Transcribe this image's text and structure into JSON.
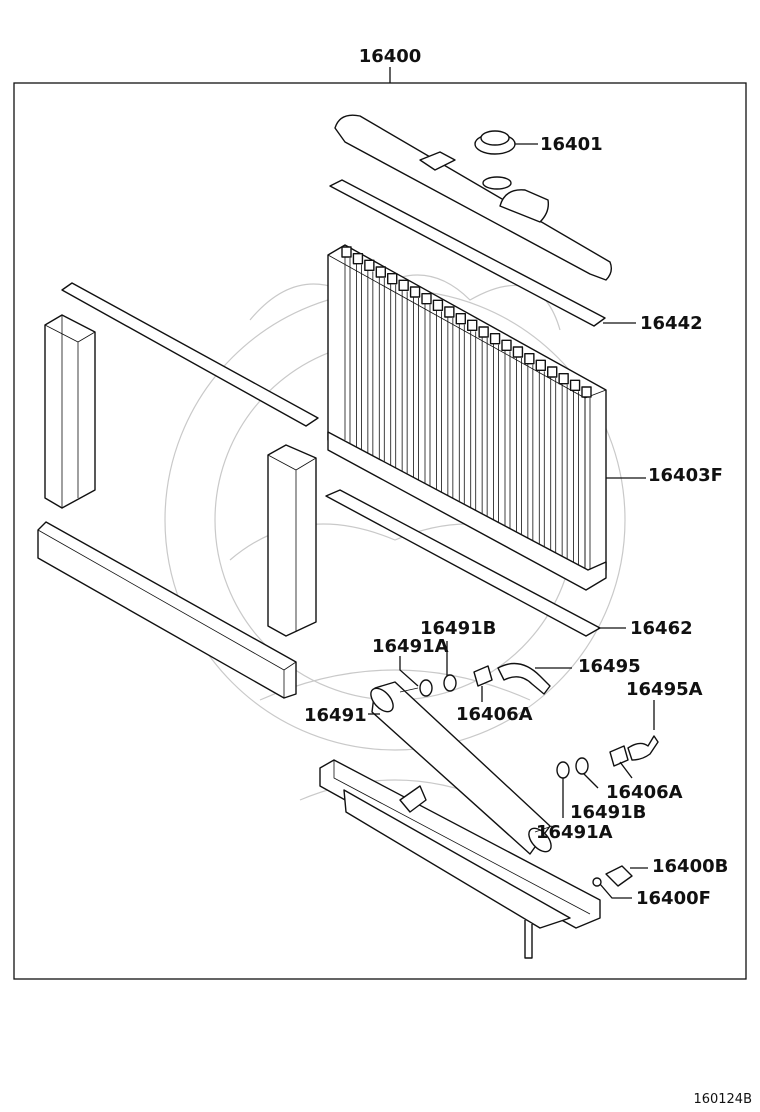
{
  "diagram": {
    "assembly_number": "16400",
    "figure_code": "160124B",
    "callouts": [
      {
        "id": "16401"
      },
      {
        "id": "16442"
      },
      {
        "id": "16403F"
      },
      {
        "id": "16462"
      },
      {
        "id": "16491B"
      },
      {
        "id": "16491A"
      },
      {
        "id": "16495"
      },
      {
        "id": "16406A"
      },
      {
        "id": "16495A"
      },
      {
        "id": "16491"
      },
      {
        "id": "16406A"
      },
      {
        "id": "16491B"
      },
      {
        "id": "16491A"
      },
      {
        "id": "16400B"
      },
      {
        "id": "16400F"
      }
    ]
  }
}
